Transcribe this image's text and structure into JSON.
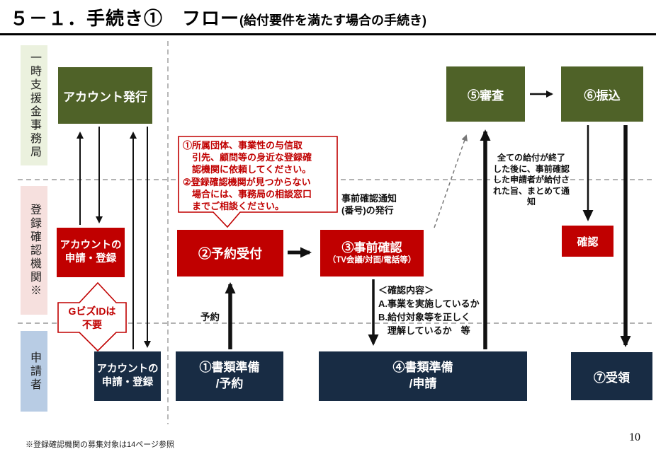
{
  "slide": {
    "title_main": "５－１．手続き①　フロー",
    "title_sub": "(給付要件を満たす場合の手続き)",
    "footnote": "※登録確認機関の募集対象は14ページ参照",
    "page_number": "10"
  },
  "lanes": {
    "secretariat": "一時支援金事務局",
    "agency": "登録確認機関※",
    "applicant": "申請者"
  },
  "boxes": {
    "account_issue": "アカウント発行",
    "agency_account": "アカウントの\n申請・登録",
    "applicant_account": "アカウントの\n申請・登録",
    "step1": "①書類準備\n/予約",
    "step2": "②予約受付",
    "step3_title": "③事前確認",
    "step3_sub": "（TV会議/対面/電話等）",
    "step4": "④書類準備\n/申請",
    "step5": "⑤審査",
    "step6": "⑥振込",
    "step7": "⑦受領",
    "confirm": "確認"
  },
  "annotations": {
    "callout_bubble": "①所属団体、事業性の与信取\n　引先、顧問等の身近な登録確\n　認機関に依頼してください。\n②登録確認機関が見つからない\n　場合には、事務局の相談窓口\n　までご相談ください。",
    "gbiz_note": "GビズIDは\n不要",
    "advance_notice": "事前確認通知\n(番号)の発行",
    "reservation_label": "予約",
    "confirm_contents": "＜確認内容＞\nA.事業を実施しているか\nB.給付対象等を正しく\n　理解しているか　等",
    "payment_notice": "全ての給付が終了\nした後に、事前確認\nした申請者が給付さ\nれた旨、まとめて通知"
  },
  "colors": {
    "box_green": "#4f6228",
    "box_red": "#c00000",
    "box_navy": "#182c44",
    "lane_green": "#ebf1de",
    "lane_pink": "#f6e0de",
    "lane_blue": "#b8cce4",
    "accent_red": "#c00000",
    "dash_gray": "#999999"
  }
}
